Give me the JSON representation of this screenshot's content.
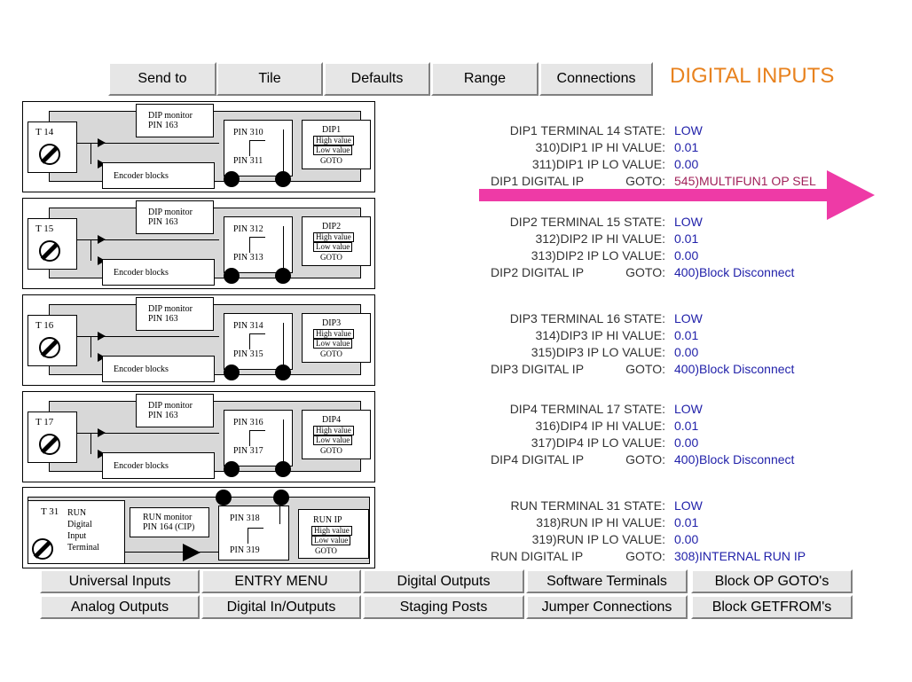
{
  "toolbar": {
    "send_to": "Send to",
    "tile": "Tile",
    "defaults": "Defaults",
    "range": "Range",
    "connections": "Connections"
  },
  "page_title": "DIGITAL INPUTS",
  "colors": {
    "title": "#e8821e",
    "arrow": "#ee3aa6",
    "value": "#2222aa",
    "goto_highlight": "#a0225a"
  },
  "diagram": {
    "dip_monitor": "DIP monitor",
    "pin163": "PIN 163",
    "encoder_blocks": "Encoder blocks",
    "high_value": "High value",
    "low_value": "Low value",
    "goto": "GOTO",
    "blocks": [
      {
        "terminal": "T 14",
        "pin_hi": "PIN 310",
        "pin_lo": "PIN 311",
        "out": "DIP1"
      },
      {
        "terminal": "T 15",
        "pin_hi": "PIN 312",
        "pin_lo": "PIN 313",
        "out": "DIP2"
      },
      {
        "terminal": "T 16",
        "pin_hi": "PIN 314",
        "pin_lo": "PIN 315",
        "out": "DIP3"
      },
      {
        "terminal": "T 17",
        "pin_hi": "PIN 316",
        "pin_lo": "PIN 317",
        "out": "DIP4"
      }
    ],
    "run": {
      "terminal": "T 31",
      "t_lines": [
        "RUN",
        "Digital",
        "Input",
        "Terminal"
      ],
      "monitor": "RUN monitor",
      "monitor_pin": "PIN 164 (CIP)",
      "pin_hi": "PIN 318",
      "pin_lo": "PIN 319",
      "out": "RUN IP"
    }
  },
  "params": [
    {
      "state_label": "DIP1 TERMINAL 14 STATE:",
      "state_value": "LOW",
      "hi_label": "310)DIP1 IP HI VALUE:",
      "hi_value": "0.01",
      "lo_label": "311)DIP1 IP LO VALUE:",
      "lo_value": "0.00",
      "dig_label": "DIP1 DIGITAL IP",
      "goto_label": "GOTO:",
      "goto_value": "545)MULTIFUN1 OP SEL"
    },
    {
      "state_label": "DIP2 TERMINAL 15 STATE:",
      "state_value": "LOW",
      "hi_label": "312)DIP2 IP HI VALUE:",
      "hi_value": "0.01",
      "lo_label": "313)DIP2 IP LO VALUE:",
      "lo_value": "0.00",
      "dig_label": "DIP2 DIGITAL IP",
      "goto_label": "GOTO:",
      "goto_value": "400)Block Disconnect"
    },
    {
      "state_label": "DIP3 TERMINAL 16 STATE:",
      "state_value": "LOW",
      "hi_label": "314)DIP3 IP HI VALUE:",
      "hi_value": "0.01",
      "lo_label": "315)DIP3 IP LO VALUE:",
      "lo_value": "0.00",
      "dig_label": "DIP3 DIGITAL IP",
      "goto_label": "GOTO:",
      "goto_value": "400)Block Disconnect"
    },
    {
      "state_label": "DIP4 TERMINAL 17 STATE:",
      "state_value": "LOW",
      "hi_label": "316)DIP4 IP HI VALUE:",
      "hi_value": "0.01",
      "lo_label": "317)DIP4 IP LO VALUE:",
      "lo_value": "0.00",
      "dig_label": "DIP4 DIGITAL IP",
      "goto_label": "GOTO:",
      "goto_value": "400)Block Disconnect"
    },
    {
      "state_label": "RUN TERMINAL 31 STATE:",
      "state_value": "LOW",
      "hi_label": "318)RUN IP HI VALUE:",
      "hi_value": "0.01",
      "lo_label": "319)RUN IP LO VALUE:",
      "lo_value": "0.00",
      "dig_label": "RUN DIGITAL IP",
      "goto_label": "GOTO:",
      "goto_value": "308)INTERNAL RUN IP"
    }
  ],
  "nav": {
    "row1": [
      "Universal Inputs",
      "ENTRY MENU",
      "Digital Outputs",
      "Software Terminals",
      "Block OP GOTO's"
    ],
    "row2": [
      "Analog Outputs",
      "Digital In/Outputs",
      "Staging Posts",
      "Jumper Connections",
      "Block GETFROM's"
    ]
  }
}
